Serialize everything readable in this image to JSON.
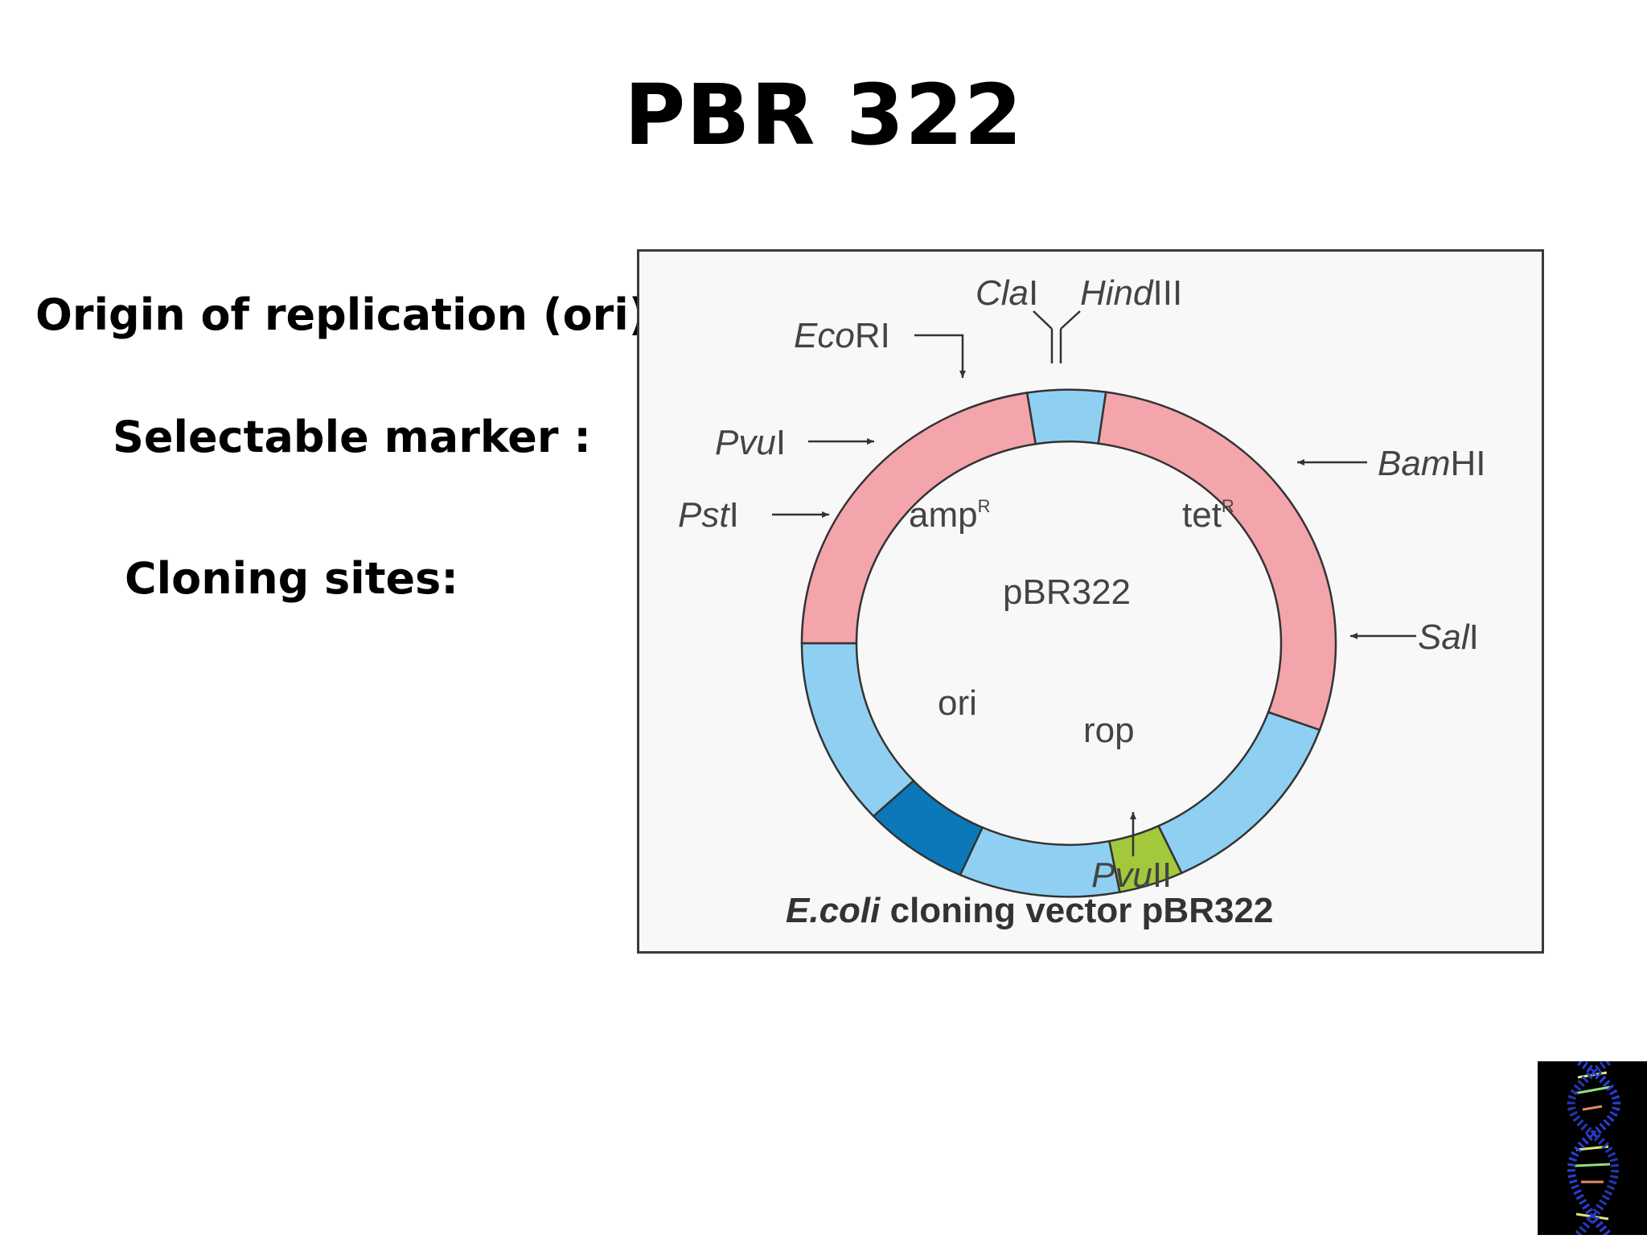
{
  "slide": {
    "title": "PBR 322",
    "bullets": {
      "ori": "Origin of replication (ori) :",
      "marker": "Selectable marker :",
      "cloning": "Cloning sites:"
    }
  },
  "figure": {
    "plasmid_name": "pBR322",
    "caption_italic": "E.coli",
    "caption_rest": " cloning vector pBR322",
    "genes": {
      "amp": "amp",
      "amp_sup": "R",
      "tet": "tet",
      "tet_sup": "R",
      "ori": "ori",
      "rop": "rop"
    },
    "sites": {
      "cla_italic": "Cla",
      "cla_rest": "I",
      "hind_italic": "Hind",
      "hind_rest": "III",
      "eco_italic": "Eco",
      "eco_rest": "RI",
      "pvu1_italic": "Pvu",
      "pvu1_rest": "I",
      "pst_italic": "Pst",
      "pst_rest": "I",
      "bam_italic": "Bam",
      "bam_rest": "HI",
      "sal_italic": "Sal",
      "sal_rest": "I",
      "pvu2_italic": "Pvu",
      "pvu2_rest": "II"
    },
    "colors": {
      "resistance_gene": "#f4a4ab",
      "backbone": "#8fd0f2",
      "ori_region": "#0a78b9",
      "rop_region": "#a2c83c",
      "outline": "#333333"
    }
  }
}
